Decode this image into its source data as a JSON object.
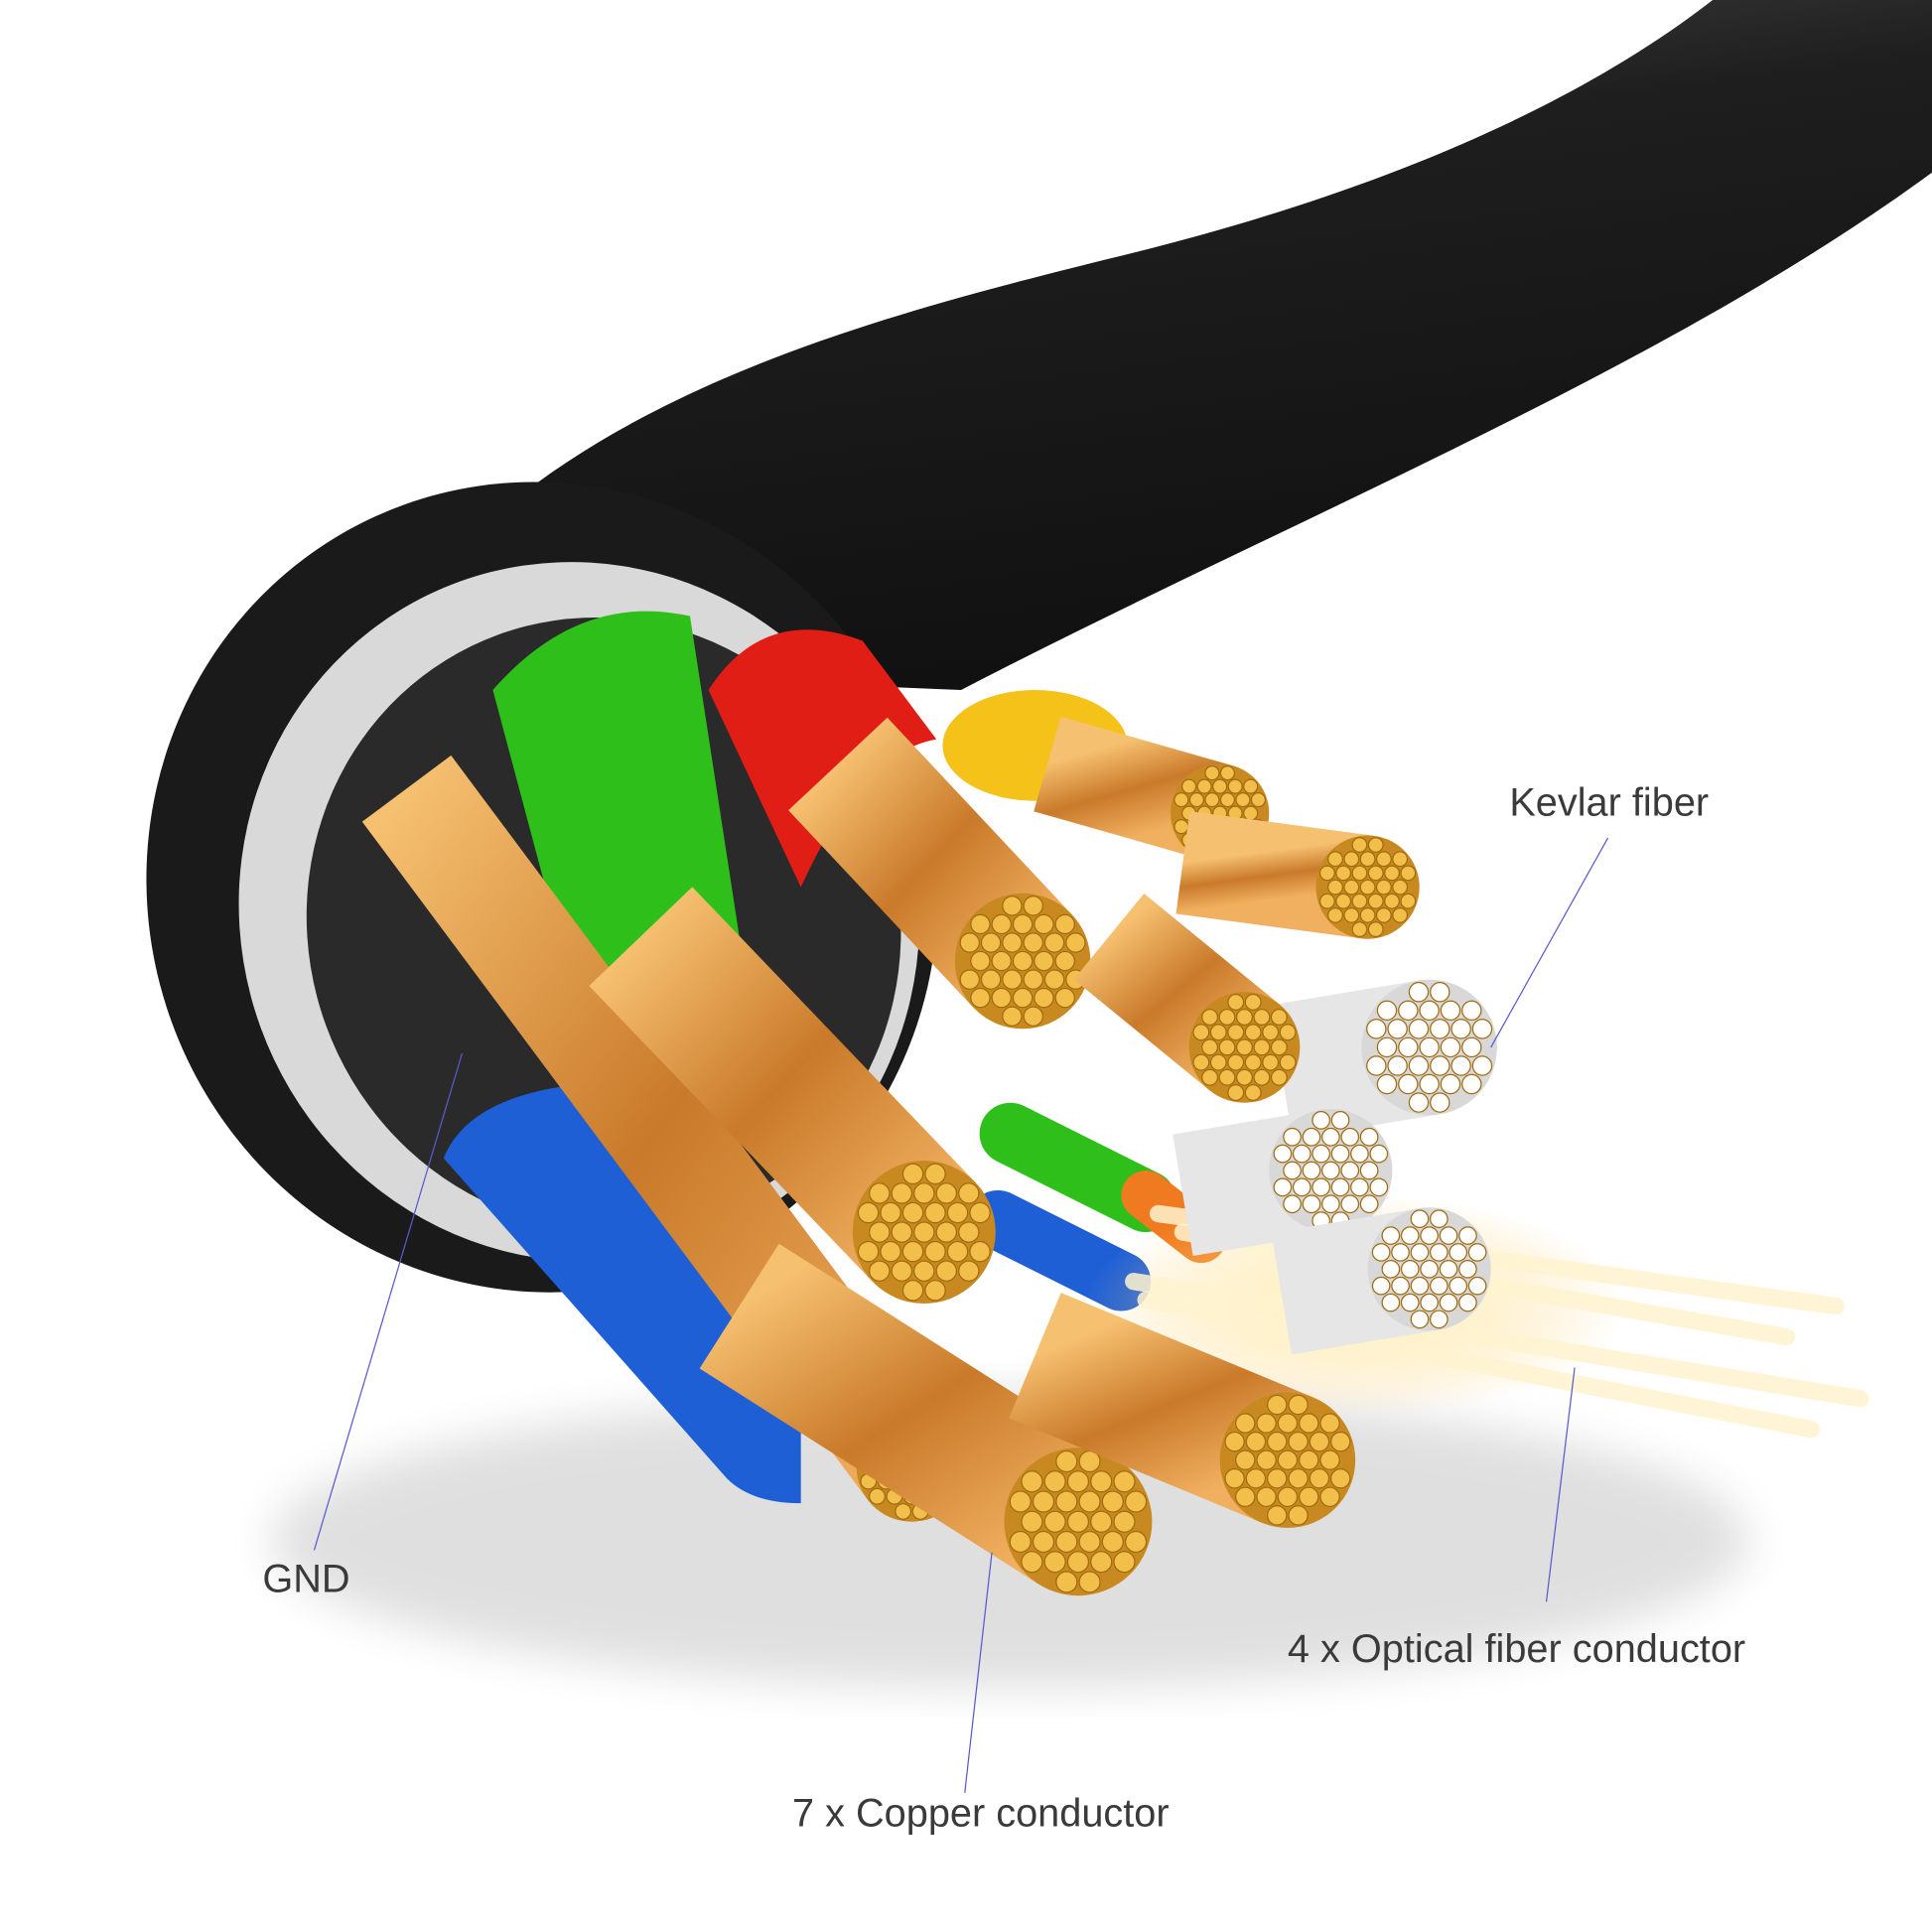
{
  "labels": {
    "kevlar": "Kevlar fiber",
    "gnd": "GND",
    "optical": "4 x Optical fiber conductor",
    "copper": "7 x Copper conductor"
  },
  "colors": {
    "jacket": "#1c1c1c",
    "inner_ring": "#d9d9d9",
    "copper": "#d08a35",
    "copper_end": "#f2c04a",
    "green": "#2fbf1a",
    "red": "#e01e16",
    "yellow": "#f5c21a",
    "blue": "#1f5fd6",
    "kevlar": "#f2f2f2",
    "leader": "#5a5ad0"
  }
}
